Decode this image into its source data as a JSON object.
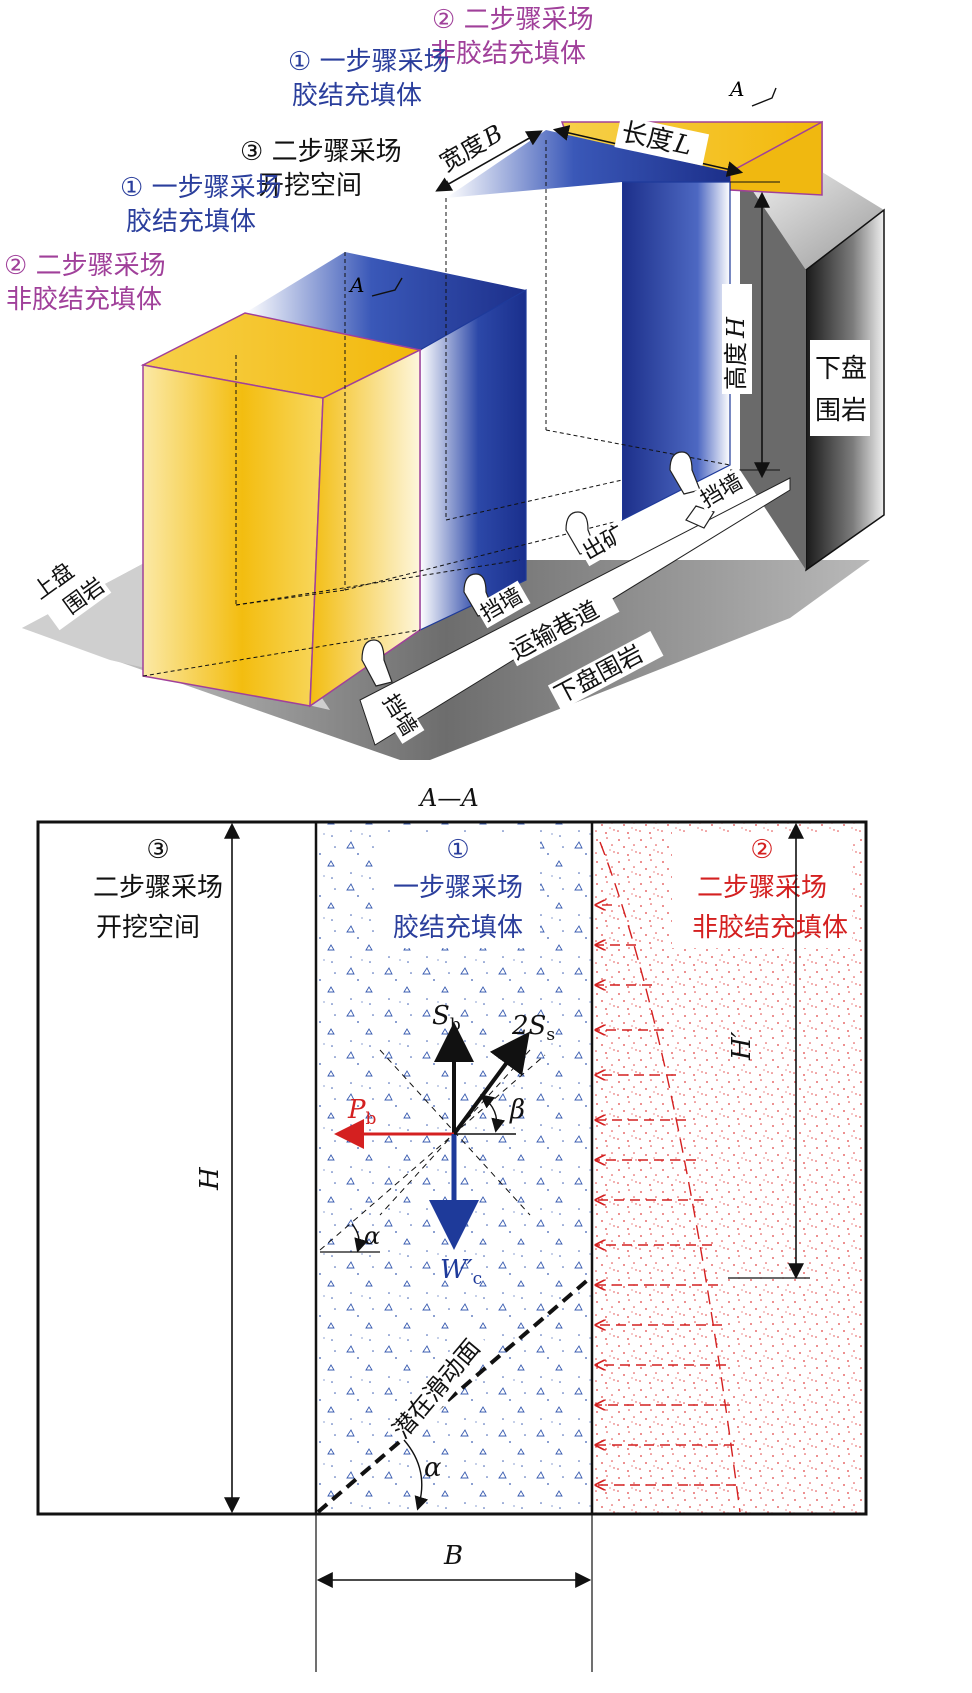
{
  "top": {
    "section_marker": "A",
    "label_step2_noncemented_right": [
      "② 二步骤采场",
      "非胶结充填体"
    ],
    "label_step1_cemented_right": [
      "① 一步骤采场",
      "胶结充填体"
    ],
    "label_step2_excavation": [
      "③ 二步骤采场",
      "开挖空间"
    ],
    "label_step1_cemented_left": [
      "① 一步骤采场",
      "胶结充填体"
    ],
    "label_step2_noncemented_left": [
      "② 二步骤采场",
      "非胶结充填体"
    ],
    "width_label": "宽度",
    "width_symbol": "B",
    "length_label": "长度",
    "length_symbol": "L",
    "height_label": "高度",
    "height_symbol": "H",
    "footwall_rock": [
      "下盘",
      "围岩"
    ],
    "hanging_wall_rock": [
      "上盘",
      "围岩"
    ],
    "retaining_wall": "挡墙",
    "ore_drawing": "出矿",
    "haulage_drift": "运输巷道",
    "footwall_rock_bottom": "下盘围岩"
  },
  "bottom": {
    "section_title": "A—A",
    "left_zone": {
      "num": "③",
      "line1": "二步骤采场",
      "line2": "开挖空间"
    },
    "middle_zone": {
      "num": "①",
      "line1": "一步骤采场",
      "line2": "胶结充填体"
    },
    "right_zone": {
      "num": "②",
      "line1": "二步骤采场",
      "line2": "非胶结充填体"
    },
    "force_Sb": "S",
    "force_Sb_sub": "b",
    "force_Ss": "2S",
    "force_Ss_sub": "s",
    "force_Pb": "P",
    "force_Pb_sub": "b",
    "force_Wc": "W′",
    "force_Wc_sub": "c",
    "angle_beta": "β",
    "angle_alpha": "α",
    "dim_H": "H",
    "dim_Hprime": "H′",
    "dim_B": "B",
    "slip_surface": "潜在滑动面"
  },
  "colors": {
    "cemented_blue": "#1e3a9a",
    "yellow_fill": "#f5c21a",
    "magenta_edge": "#a0409a",
    "magenta_text": "#a0409a",
    "blue_text": "#2a3e9c",
    "red_text": "#d42020",
    "dark_grey": "#2a2a2a"
  }
}
